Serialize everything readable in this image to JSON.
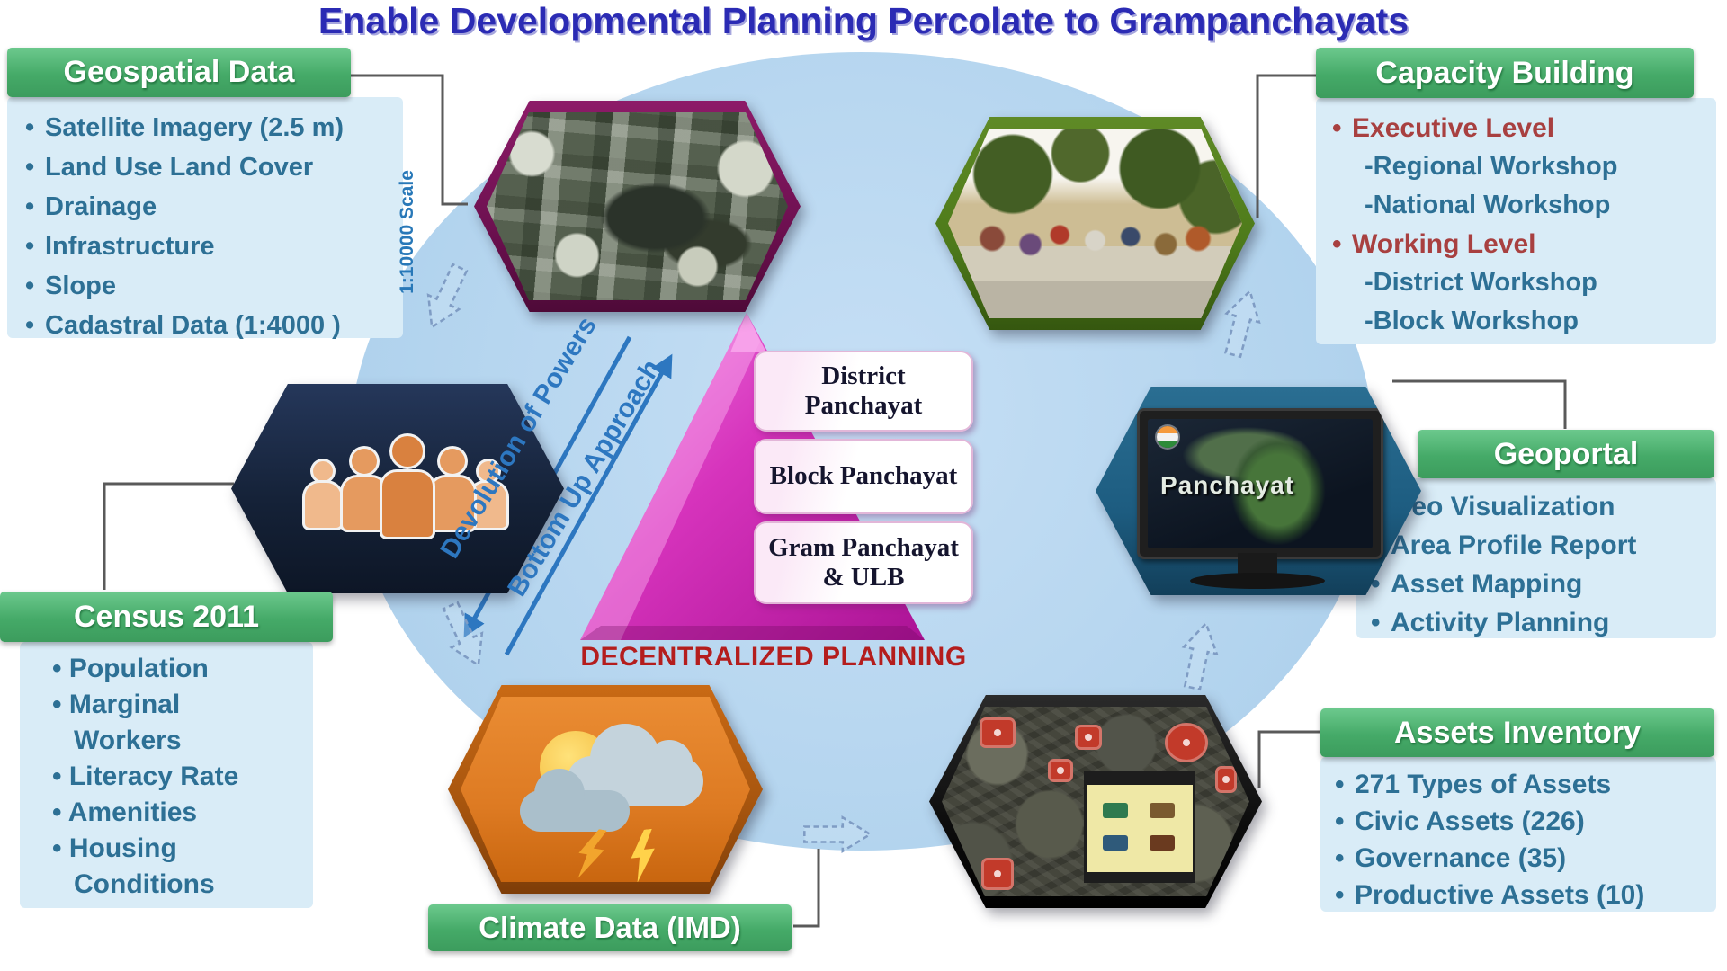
{
  "title": "Enable Developmental Planning Percolate to Grampanchayats",
  "geospatial": {
    "label": "Geospatial Data",
    "scale_note": "1:10000 Scale",
    "items": [
      "Satellite Imagery (2.5 m)",
      "Land Use Land Cover",
      "Drainage",
      "Infrastructure",
      "Slope",
      "Cadastral Data (1:4000 )"
    ]
  },
  "capacity": {
    "label": "Capacity Building",
    "exec_heading": "Executive Level",
    "exec_items": [
      "-Regional Workshop",
      "-National Workshop"
    ],
    "working_heading": "Working Level",
    "working_items": [
      "-District Workshop",
      "-Block Workshop"
    ]
  },
  "census": {
    "label": "Census 2011",
    "items": [
      "Population",
      "Marginal Workers",
      "Literacy Rate",
      "Amenities",
      "Housing Conditions"
    ]
  },
  "geoportal": {
    "label": "Geoportal",
    "items": [
      "Geo Visualization",
      "Area Profile Report",
      "Asset Mapping",
      "Activity Planning"
    ]
  },
  "assets": {
    "label": "Assets Inventory",
    "items": [
      "271 Types of Assets",
      "Civic Assets (226)",
      "Governance (35)",
      "Productive Assets (10)"
    ]
  },
  "climate": {
    "label": "Climate Data (IMD)"
  },
  "center": {
    "pyramid_levels": [
      "District\nPanchayat",
      "Block Panchayat",
      "Gram Panchayat\n& ULB"
    ],
    "caption": "DECENTRALIZED PLANNING",
    "devolution_label": "Devolution of Powers",
    "bottom_up_label": "Bottom Up Approach"
  },
  "monitor": {
    "screen_label": "Panchayat"
  },
  "colors": {
    "accent_green": "#45aa68",
    "panel_blue": "#d9ecf7",
    "item_text_blue": "#2d7095",
    "heading_red": "#a84040",
    "caption_red": "#b41d1d",
    "triangle_magenta": "#d633bc",
    "arrow_blue": "#2d77c0",
    "circle_blue": "#b3d4ee",
    "title_blue": "#2b2bb4"
  }
}
